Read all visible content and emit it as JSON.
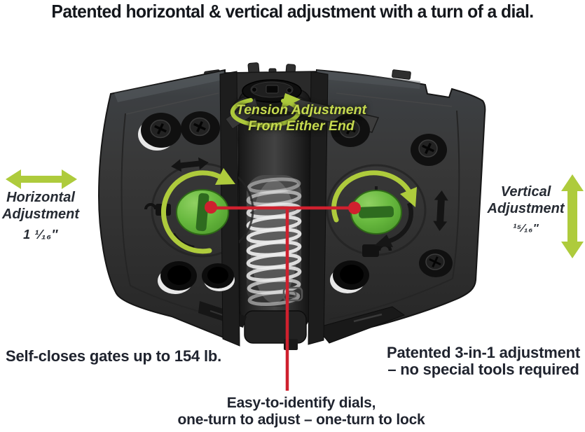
{
  "title": "Patented horizontal & vertical adjustment with a turn of a dial.",
  "annotations": {
    "tension": {
      "line1": "Tension Adjustment",
      "line2": "From Either End"
    },
    "horizontal": {
      "line1": "Horizontal",
      "line2": "Adjustment",
      "size": "1 ¹⁄₁₆″"
    },
    "vertical": {
      "line1": "Vertical",
      "line2": "Adjustment",
      "size": "¹⁵⁄₁₆″"
    }
  },
  "captions": {
    "self_close": "Self-closes gates up to 154 lb.",
    "three_in_one_line1": "Patented 3-in-1 adjustment",
    "three_in_one_line2": "– no special tools required",
    "dials_line1": "Easy-to-identify dials,",
    "dials_line2": "one-turn to adjust – one-turn to lock"
  },
  "colors": {
    "arrow_green": "#aecb3c",
    "label_green": "#c6da4f",
    "dial_green": "#63b53c",
    "dial_slot_green": "#2e6b1f",
    "annotation_red": "#cf202e",
    "body_dark": "#343434",
    "text_dark": "#1f232e"
  },
  "icons": {
    "tension_rotation": "circular-rotation-arrow",
    "dial_rotation_left": "circular-rotation-arrow",
    "dial_rotation_right": "circular-rotation-arrow",
    "horizontal_range": "double-headed-horizontal-arrow",
    "vertical_range": "double-headed-vertical-arrow",
    "molded_horizontal": "embossed-horizontal-arrow",
    "molded_vertical": "embossed-vertical-arrow",
    "unlock": "unlock-icon",
    "lock": "lock-icon",
    "logo": "dd-hinge-logo"
  }
}
